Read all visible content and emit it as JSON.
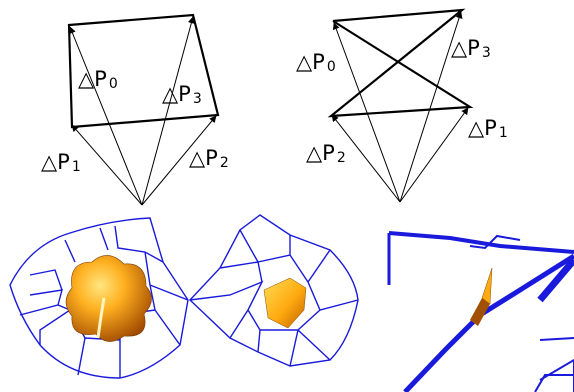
{
  "panels": {
    "top_left": {
      "labels": [
        {
          "id": "p0",
          "base": "△P",
          "sub": "0"
        },
        {
          "id": "p3",
          "base": "△P",
          "sub": "3"
        },
        {
          "id": "p1",
          "base": "△P",
          "sub": "1"
        },
        {
          "id": "p2",
          "base": "△P",
          "sub": "2"
        }
      ]
    },
    "top_right": {
      "labels": [
        {
          "id": "p0",
          "base": "△P",
          "sub": "0"
        },
        {
          "id": "p3",
          "base": "△P",
          "sub": "3"
        },
        {
          "id": "p1",
          "base": "△P",
          "sub": "1"
        },
        {
          "id": "p2",
          "base": "△P",
          "sub": "2"
        }
      ]
    }
  },
  "colors": {
    "line": "#000000",
    "mesh": "#1a1adc",
    "surface_light": "#ffd23c",
    "surface_dark": "#c86400"
  }
}
